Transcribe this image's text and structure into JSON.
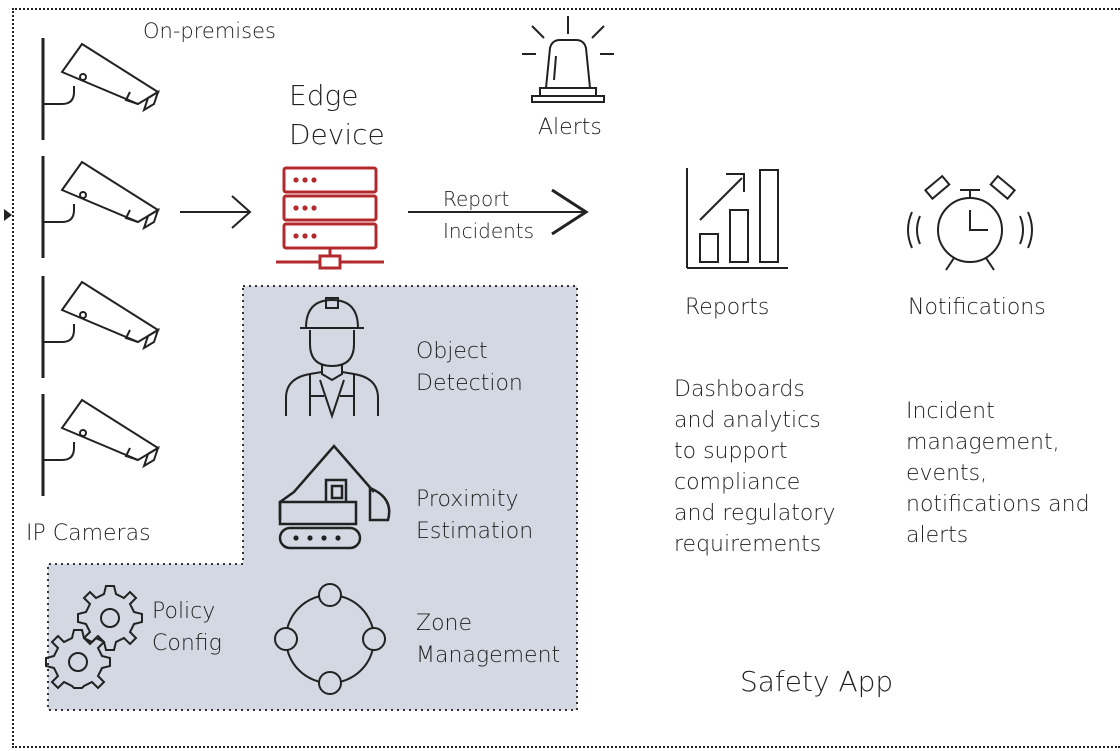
{
  "labels": {
    "on_premises": "On-premises",
    "ip_cameras": "IP Cameras",
    "edge_device_line1": "Edge",
    "edge_device_line2": "Device",
    "alerts": "Alerts",
    "report_line1": "Report",
    "report_line2": "Incidents",
    "object_detection_line1": "Object",
    "object_detection_line2": "Detection",
    "proximity_line1": "Proximity",
    "proximity_line2": "Estimation",
    "policy_line1": "Policy",
    "policy_line2": "Config",
    "zone_line1": "Zone",
    "zone_line2": "Management",
    "reports": "Reports",
    "notifications": "Notifications",
    "safety_app": "Safety App"
  },
  "descriptions": {
    "reports_lines": [
      "Dashboards",
      "and analytics",
      "to support",
      "compliance",
      "and regulatory",
      "requirements"
    ],
    "notifications_lines": [
      "Incident",
      "management,",
      "events,",
      "notifications and",
      "alerts"
    ]
  },
  "colors": {
    "server_red": "#b22a2e",
    "shaded_panel": "#d3d8e2",
    "line": "#222222"
  },
  "icons": [
    "camera-icon",
    "server-icon",
    "alarm-beacon-icon",
    "bar-chart-icon",
    "alarm-clock-icon",
    "worker-icon",
    "excavator-icon",
    "gears-icon",
    "zone-circle-icon"
  ]
}
